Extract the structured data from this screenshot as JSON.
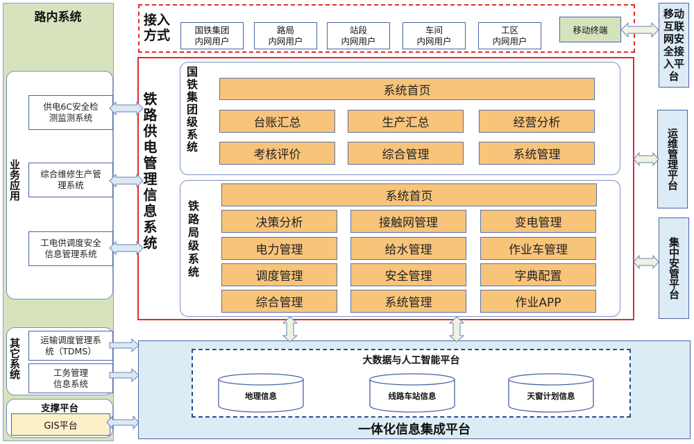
{
  "left_column": {
    "title": "路内系统",
    "business_apps": {
      "label": "业务应用",
      "systems": [
        {
          "line1": "供电6C安全检",
          "line2": "测监测系统"
        },
        {
          "line1": "综合维修生产管",
          "line2": "理系统"
        },
        {
          "line1": "工电供调度安全",
          "line2": "信息管理系统"
        }
      ]
    },
    "other_systems": {
      "label": "其它系统",
      "systems": [
        {
          "line1": "运输调度管理系",
          "line2": "统（TDMS）"
        },
        {
          "line1": "工务管理",
          "line2": "信息系统"
        }
      ]
    },
    "support_platform": {
      "label": "支撑平台",
      "item": "GIS平台"
    }
  },
  "access": {
    "label_line1": "接入",
    "label_line2": "方式",
    "users": [
      {
        "line1": "国铁集团",
        "line2": "内网用户"
      },
      {
        "line1": "路局",
        "line2": "内网用户"
      },
      {
        "line1": "站段",
        "line2": "内网用户"
      },
      {
        "line1": "车间",
        "line2": "内网用户"
      },
      {
        "line1": "工区",
        "line2": "内网用户"
      }
    ],
    "mobile_terminal": "移动终端"
  },
  "right_platforms": [
    {
      "label": "移动互联网安全接入平台",
      "lines": [
        "移动",
        "互联",
        "网安",
        "全接",
        "入平",
        "台"
      ]
    },
    {
      "label": "运维管理平台"
    },
    {
      "label": "集中安管平台"
    }
  ],
  "main_system": {
    "title": "铁路供电管理信息系统",
    "group_level": {
      "label": "国铁集团级系统",
      "home": "系统首页",
      "modules": [
        "台账汇总",
        "生产汇总",
        "经营分析",
        "考核评价",
        "综合管理",
        "系统管理"
      ]
    },
    "bureau_level": {
      "label": "铁路局级系统",
      "home": "系统首页",
      "modules": [
        "决策分析",
        "接触网管理",
        "变电管理",
        "电力管理",
        "给水管理",
        "作业车管理",
        "调度管理",
        "安全管理",
        "字典配置",
        "综合管理",
        "系统管理",
        "作业APP"
      ]
    }
  },
  "bottom": {
    "platform_title": "一体化信息集成平台",
    "ai_platform_title": "大数据与人工智能平台",
    "databases": [
      "地理信息",
      "线路车站信息",
      "天窗计划信息"
    ]
  },
  "colors": {
    "red_frame": "#e32a2a",
    "orange_module": "#f8c47a",
    "green_panel": "#d6e3bd",
    "light_blue": "#dcebf6",
    "border_blue": "#4a62a4"
  }
}
